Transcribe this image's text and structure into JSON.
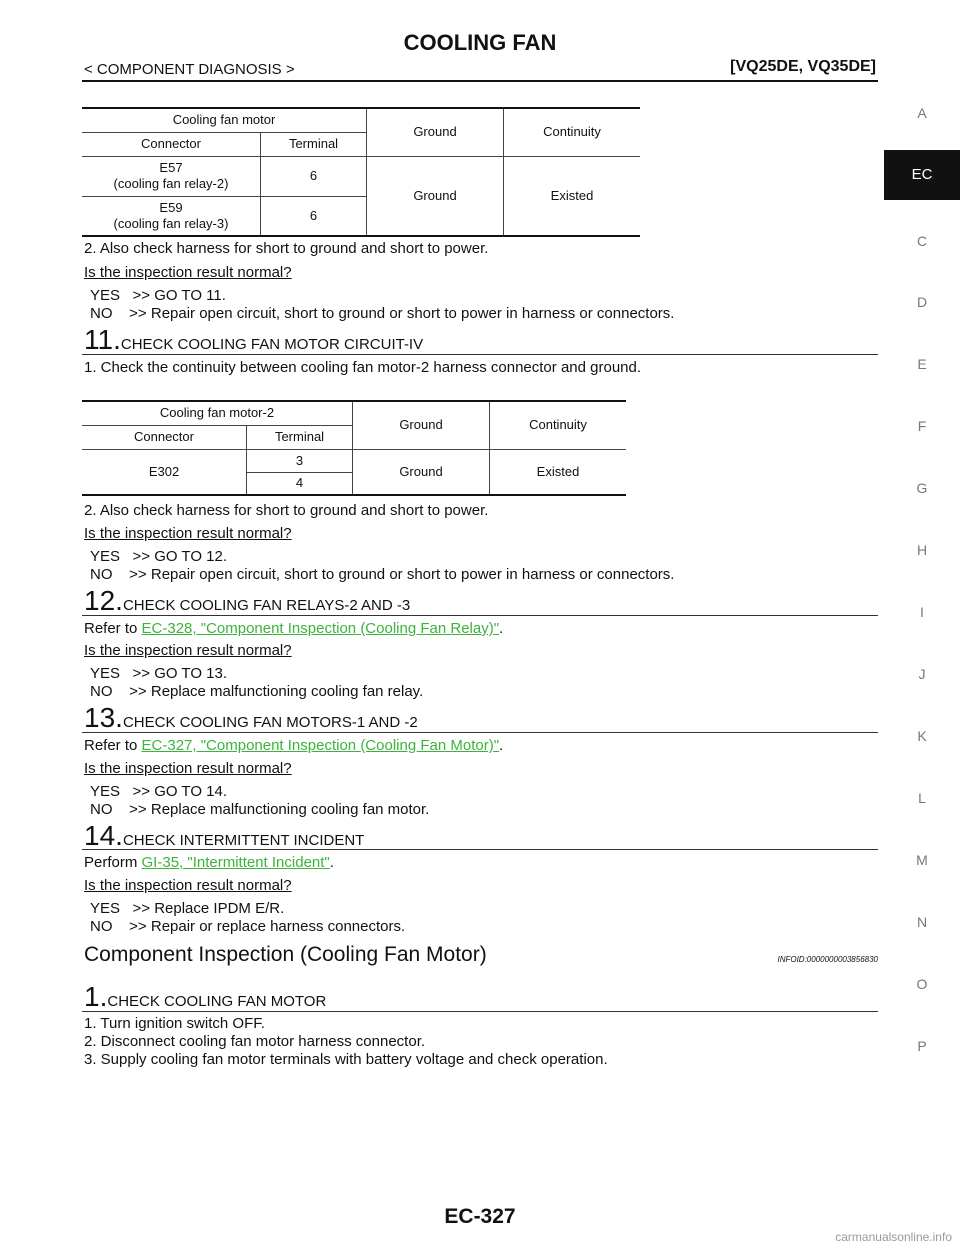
{
  "header": {
    "title": "COOLING FAN",
    "breadcrumb": "< COMPONENT DIAGNOSIS >",
    "engine": "[VQ25DE, VQ35DE]"
  },
  "side_nav": [
    "A",
    "EC",
    "C",
    "D",
    "E",
    "F",
    "G",
    "H",
    "I",
    "J",
    "K",
    "L",
    "M",
    "N",
    "O",
    "P"
  ],
  "side_nav_active": "EC",
  "table1": {
    "group_header": "Cooling fan motor",
    "col_connector": "Connector",
    "col_terminal": "Terminal",
    "col_ground": "Ground",
    "col_continuity": "Continuity",
    "rows": [
      {
        "connector": "E57\n(cooling fan relay-2)",
        "terminal": "6"
      },
      {
        "connector": "E59\n(cooling fan relay-3)",
        "terminal": "6"
      }
    ],
    "ground_value": "Ground",
    "continuity_value": "Existed"
  },
  "step10": {
    "item2": "2. Also check harness for short to ground and short to power.",
    "question": "Is the inspection result normal?",
    "yes": "YES   >> GO TO 11.",
    "no": "NO    >> Repair open circuit, short to ground or short to power in harness or connectors."
  },
  "step11": {
    "num": "11.",
    "title": "CHECK COOLING FAN MOTOR CIRCUIT-IV",
    "item1": "1. Check the continuity between cooling fan motor-2 harness connector and ground.",
    "item2": "2. Also check harness for short to ground and short to power.",
    "question": "Is the inspection result normal?",
    "yes": "YES   >> GO TO 12.",
    "no": "NO    >> Repair open circuit, short to ground or short to power in harness or connectors."
  },
  "table2": {
    "group_header": "Cooling fan motor-2",
    "col_connector": "Connector",
    "col_terminal": "Terminal",
    "col_ground": "Ground",
    "col_continuity": "Continuity",
    "connector": "E302",
    "terminals": [
      "3",
      "4"
    ],
    "ground_value": "Ground",
    "continuity_value": "Existed"
  },
  "step12": {
    "num": "12.",
    "title": "CHECK COOLING FAN RELAYS-2 AND -3",
    "refer_prefix": "Refer to ",
    "refer_link": "EC-328, \"Component Inspection (Cooling Fan Relay)\"",
    "refer_suffix": ".",
    "question": "Is the inspection result normal?",
    "yes": "YES   >> GO TO 13.",
    "no": "NO    >> Replace malfunctioning cooling fan relay."
  },
  "step13": {
    "num": "13.",
    "title": "CHECK COOLING FAN MOTORS-1 AND -2",
    "refer_prefix": "Refer to ",
    "refer_link": "EC-327, \"Component Inspection (Cooling Fan Motor)\"",
    "refer_suffix": ".",
    "question": "Is the inspection result normal?",
    "yes": "YES   >> GO TO 14.",
    "no": "NO    >> Replace malfunctioning cooling fan motor."
  },
  "step14": {
    "num": "14.",
    "title": "CHECK INTERMITTENT INCIDENT",
    "refer_prefix": "Perform ",
    "refer_link": "GI-35, \"Intermittent Incident\"",
    "refer_suffix": ".",
    "question": "Is the inspection result normal?",
    "yes": "YES   >> Replace IPDM E/R.",
    "no": "NO    >> Repair or replace harness connectors."
  },
  "section": {
    "title": "Component Inspection (Cooling Fan Motor)",
    "infoid": "INFOID:0000000003856830"
  },
  "step_c1": {
    "num": "1.",
    "title": "CHECK COOLING FAN MOTOR",
    "item1": "1. Turn ignition switch OFF.",
    "item2": "2. Disconnect cooling fan motor harness connector.",
    "item3": "3. Supply cooling fan motor terminals with battery voltage and check operation."
  },
  "footer": {
    "page": "EC-327",
    "watermark": "carmanualsonline.info"
  }
}
